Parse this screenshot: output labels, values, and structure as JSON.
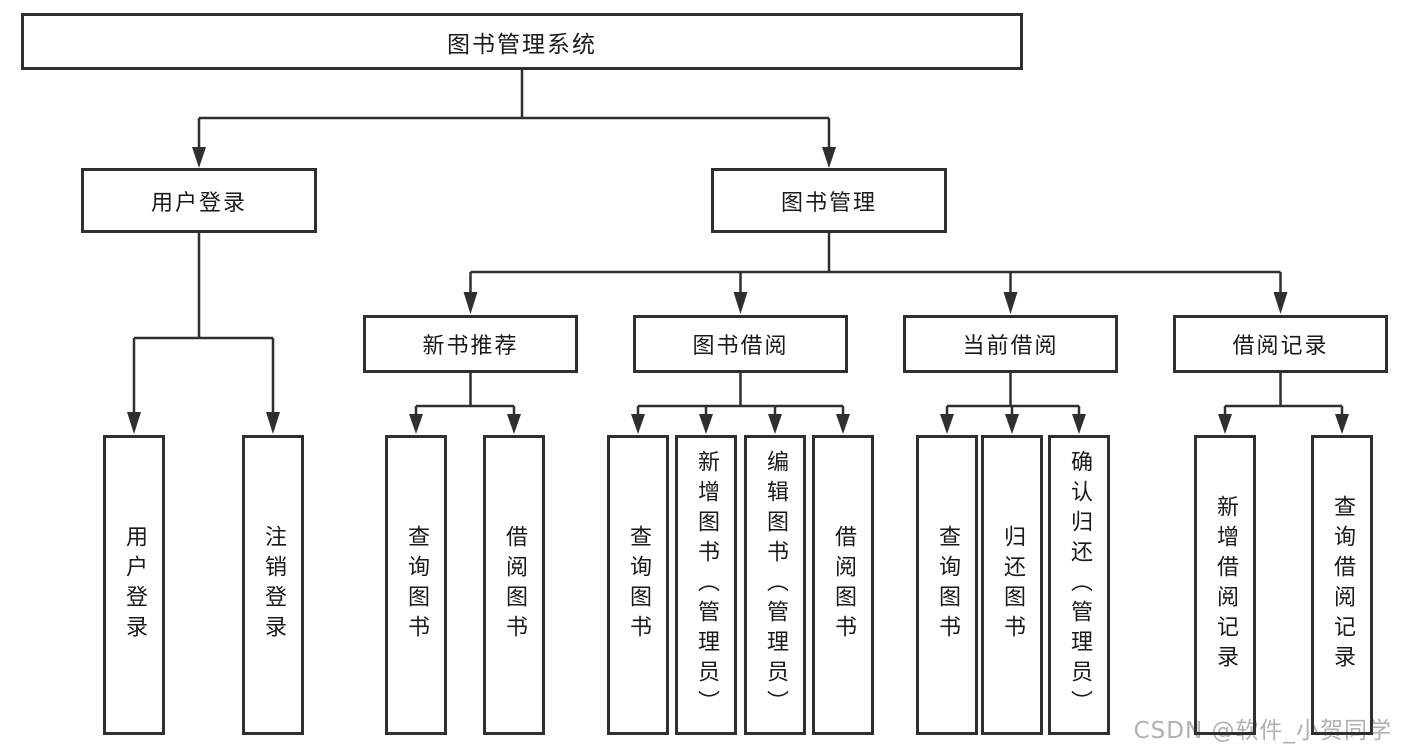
{
  "diagram": {
    "root": {
      "label": "图书管理系统"
    },
    "level2": [
      {
        "label": "用户登录"
      },
      {
        "label": "图书管理"
      }
    ],
    "level3": [
      {
        "label": "新书推荐",
        "parent": "图书管理"
      },
      {
        "label": "图书借阅",
        "parent": "图书管理"
      },
      {
        "label": "当前借阅",
        "parent": "图书管理"
      },
      {
        "label": "借阅记录",
        "parent": "图书管理"
      }
    ],
    "leaves": [
      {
        "label": "用户登录",
        "parent": "用户登录"
      },
      {
        "label": "注销登录",
        "parent": "用户登录"
      },
      {
        "label": "查询图书",
        "parent": "新书推荐"
      },
      {
        "label": "借阅图书",
        "parent": "新书推荐"
      },
      {
        "label": "查询图书",
        "parent": "图书借阅"
      },
      {
        "label": "新增图书（管理员）",
        "parent": "图书借阅"
      },
      {
        "label": "编辑图书（管理员）",
        "parent": "图书借阅"
      },
      {
        "label": "借阅图书",
        "parent": "图书借阅"
      },
      {
        "label": "查询图书",
        "parent": "当前借阅"
      },
      {
        "label": "归还图书",
        "parent": "当前借阅"
      },
      {
        "label": "确认归还（管理员）",
        "parent": "当前借阅"
      },
      {
        "label": "新增借阅记录",
        "parent": "借阅记录"
      },
      {
        "label": "查询借阅记录",
        "parent": "借阅记录"
      }
    ]
  },
  "watermark": {
    "text": "CSDN @软件_小贺同学"
  },
  "colors": {
    "line": "#2f2f2f",
    "text": "#1a1a1a",
    "watermark": "#b0b0b0",
    "background": "#ffffff"
  }
}
